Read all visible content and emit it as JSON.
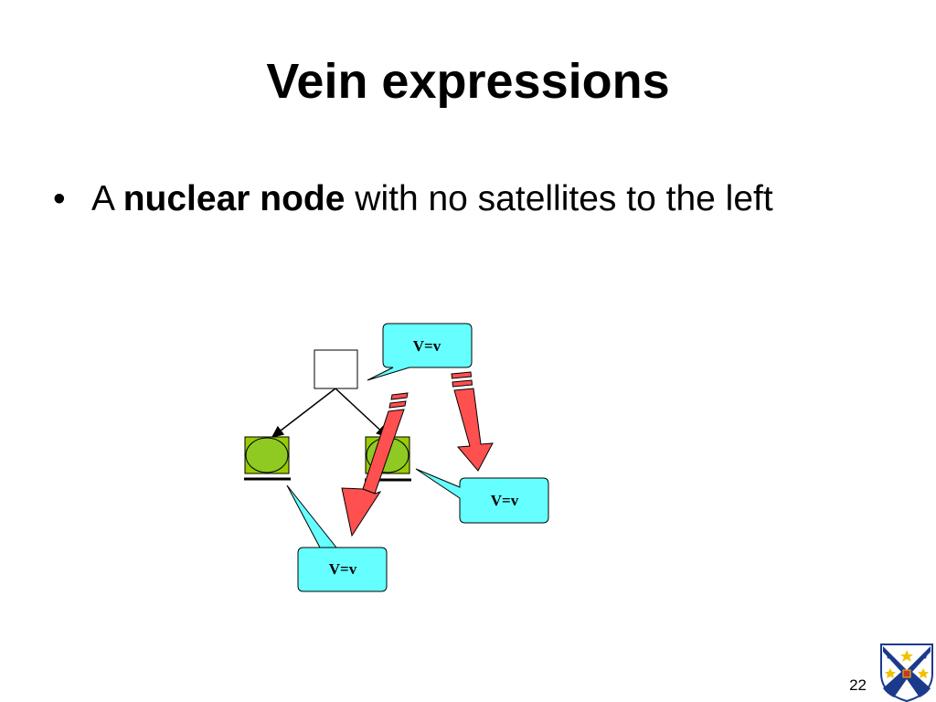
{
  "slide": {
    "title": "Vein expressions",
    "bullet": {
      "marker": "•",
      "prefix": "A ",
      "emphasis": "nuclear node",
      "suffix": " with no satellites to the left"
    },
    "page_number": "22"
  },
  "diagram": {
    "bubbles": [
      {
        "id": "top",
        "label": "V=v"
      },
      {
        "id": "right",
        "label": "V=v"
      },
      {
        "id": "bottom",
        "label": "V=v"
      }
    ]
  },
  "colors": {
    "node_green": "#8fca23",
    "node_fill_box": "#99cc00",
    "bubble_fill": "#66ffff",
    "arrow_red": "#ff5050",
    "crest_blue": "#1b3a8c"
  }
}
